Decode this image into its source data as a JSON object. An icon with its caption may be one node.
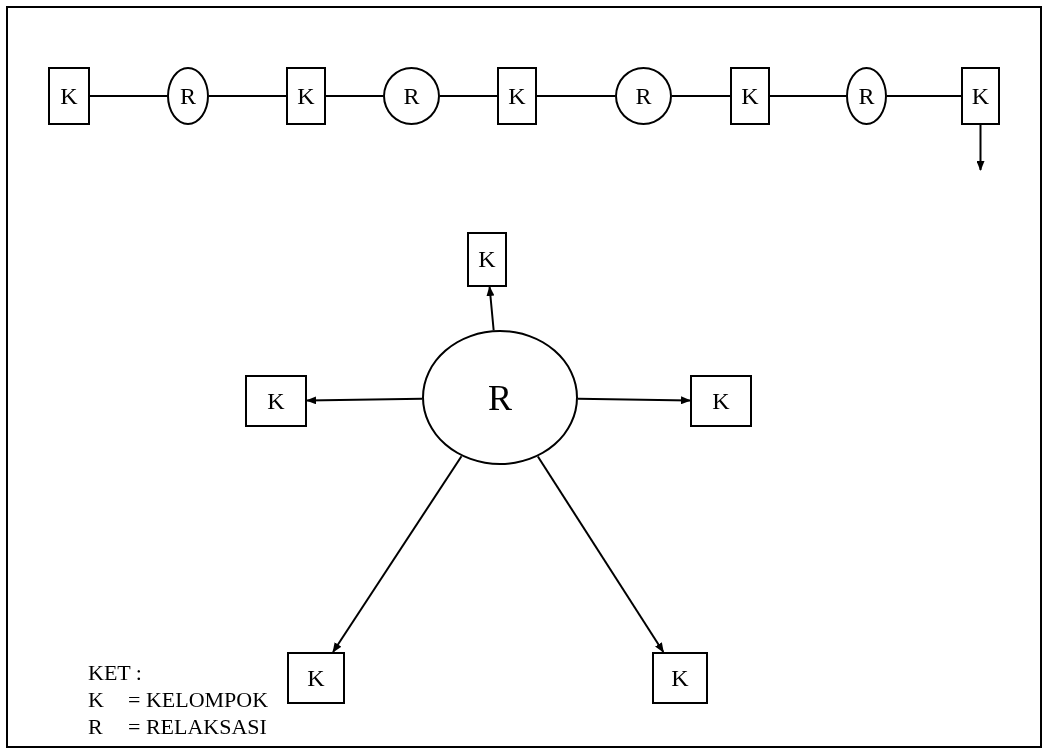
{
  "diagram": {
    "nodes": [
      {
        "text": [
          "K"
        ]
      },
      {
        "text": [
          "R"
        ]
      },
      {
        "text": [
          "K"
        ]
      },
      {
        "text": [
          "R"
        ]
      },
      {
        "text": [
          "K"
        ]
      },
      {
        "text": [
          "R"
        ]
      },
      {
        "text": [
          "K"
        ]
      },
      {
        "text": [
          "R"
        ]
      },
      {
        "text": [
          "K"
        ]
      },
      {
        "text": [
          "K"
        ]
      },
      {
        "text": [
          "K"
        ]
      },
      {
        "text": [
          "R"
        ]
      },
      {
        "text": [
          "K"
        ]
      },
      {
        "text": [
          "K"
        ]
      },
      {
        "text": [
          "K"
        ]
      }
    ],
    "edges": [
      {
        "from": 0,
        "to": 1,
        "arrow": "none"
      },
      {
        "from": 1,
        "to": 2,
        "arrow": "none"
      },
      {
        "from": 2,
        "to": 3,
        "arrow": "none"
      },
      {
        "from": 3,
        "to": 4,
        "arrow": "none"
      },
      {
        "from": 4,
        "to": 5,
        "arrow": "none"
      },
      {
        "from": 5,
        "to": 6,
        "arrow": "none"
      },
      {
        "from": 6,
        "to": 7,
        "arrow": "none"
      },
      {
        "from": 7,
        "to": 8,
        "arrow": "none"
      },
      {
        "from": 8,
        "to": null,
        "arrow": "to"
      },
      {
        "from": 11,
        "to": 9,
        "arrow": "to"
      },
      {
        "from": 11,
        "to": 10,
        "arrow": "to"
      },
      {
        "from": 11,
        "to": 12,
        "arrow": "to"
      },
      {
        "from": 11,
        "to": 13,
        "arrow": "to"
      },
      {
        "from": 11,
        "to": 14,
        "arrow": "to"
      }
    ],
    "labels": [
      "KET :",
      "K",
      "= KELOMPOK",
      "R",
      "= RELAKSASI"
    ]
  }
}
